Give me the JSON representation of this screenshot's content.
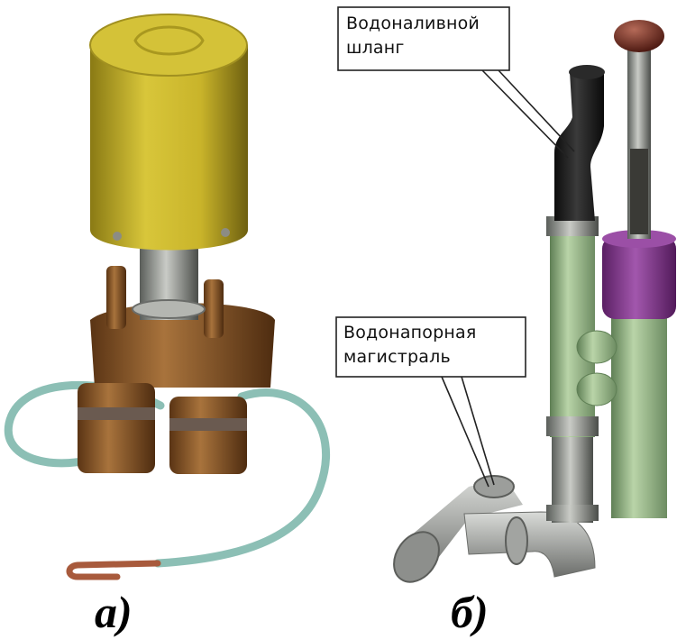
{
  "callouts": {
    "hose_line1": "Водоналивной",
    "hose_line2": "шланг",
    "main_line1": "Водонапорная",
    "main_line2": "магистраль"
  },
  "figure_labels": {
    "a": "а)",
    "b": "б)"
  },
  "colors": {
    "lid_yellow": "#c8b52a",
    "body_bronze": "#8a5a2c",
    "hose_teal": "#7fb8ad",
    "pipe_green": "#9cb98e",
    "collar_purple": "#8a3f92",
    "elbow_gray": "#a9aba9",
    "cap_red": "#6b2a20",
    "hose_black": "#1e1e1e"
  }
}
